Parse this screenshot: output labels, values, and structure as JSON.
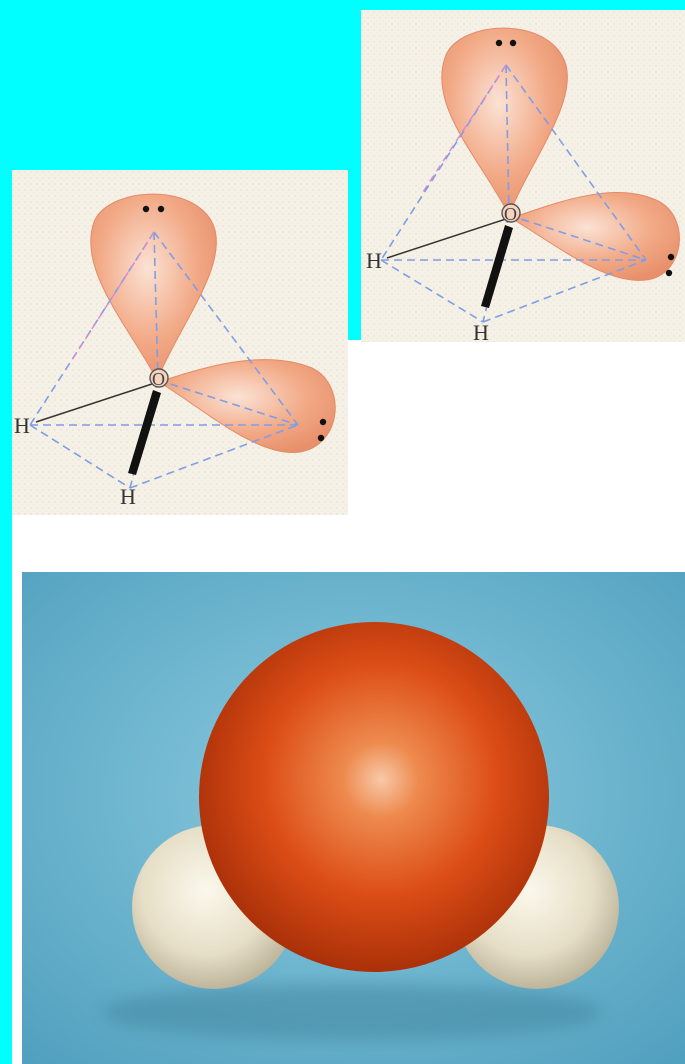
{
  "colors": {
    "page_background": "#00ffff",
    "white_area": "#ffffff",
    "paper": "#f5f1e6",
    "lobe_fill": "#f1a27f",
    "lobe_edge": "#e58a67",
    "dash": "#7f9ee6",
    "bond": "#333333",
    "model_background": "#69b5d0",
    "oxygen": "#d84816",
    "hydrogen": "#e9e2cc"
  },
  "orbital_diagram_top_right": {
    "oxygen_label": "O",
    "hydrogen_left_label": "H",
    "hydrogen_bottom_label": "H"
  },
  "orbital_diagram_left": {
    "oxygen_label": "O",
    "hydrogen_left_label": "H",
    "hydrogen_bottom_label": "H"
  },
  "space_filling_model": {
    "atoms": [
      "oxygen",
      "hydrogen",
      "hydrogen"
    ]
  }
}
